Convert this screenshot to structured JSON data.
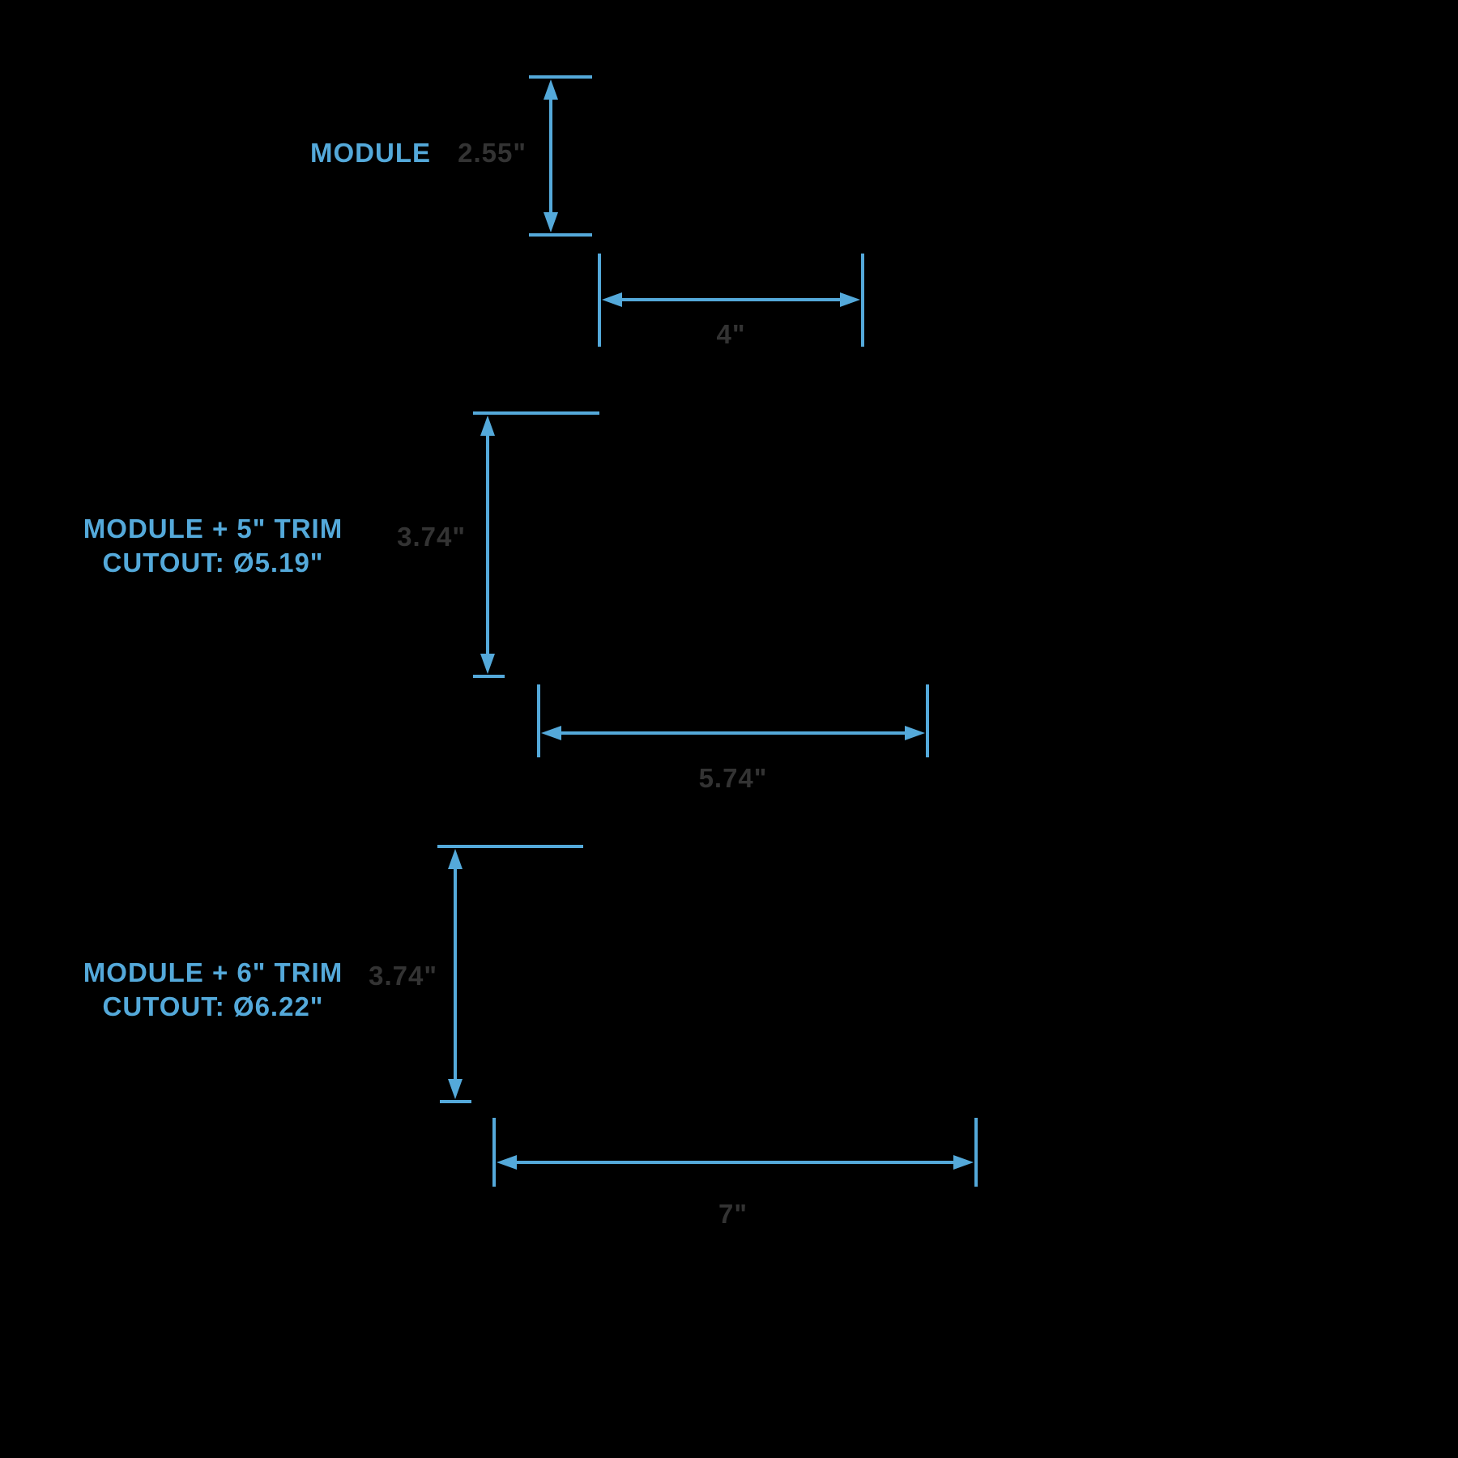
{
  "diagram": {
    "accent_color": "#54a9da",
    "value_color": "#333333",
    "background_color": "#000000",
    "sections": [
      {
        "label": "MODULE",
        "sublabel": "",
        "height_value": "2.55\"",
        "width_value": "4\""
      },
      {
        "label": "MODULE + 5\" TRIM",
        "sublabel": "CUTOUT: Ø5.19\"",
        "height_value": "3.74\"",
        "width_value": "5.74\""
      },
      {
        "label": "MODULE + 6\" TRIM",
        "sublabel": "CUTOUT: Ø6.22\"",
        "height_value": "3.74\"",
        "width_value": "7\""
      }
    ]
  }
}
